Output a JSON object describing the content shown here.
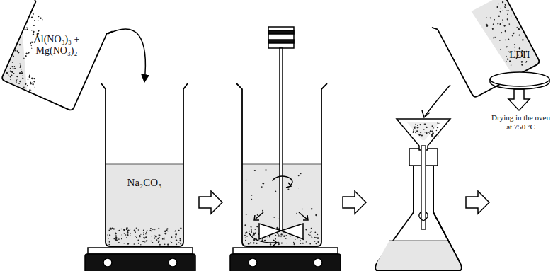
{
  "diagram": {
    "nodes": [
      {
        "text": [
          "Al(NO₃)₃ + Mg(NO₃)₂"
        ]
      },
      {
        "text": [
          "Na₂CO₃"
        ]
      },
      {
        "text": [
          "LDH"
        ]
      }
    ],
    "edges": [
      {
        "from": 0,
        "to": 1,
        "arrow": "to"
      }
    ],
    "labels": [
      "Drying in the oven at 750 ºC"
    ]
  }
}
